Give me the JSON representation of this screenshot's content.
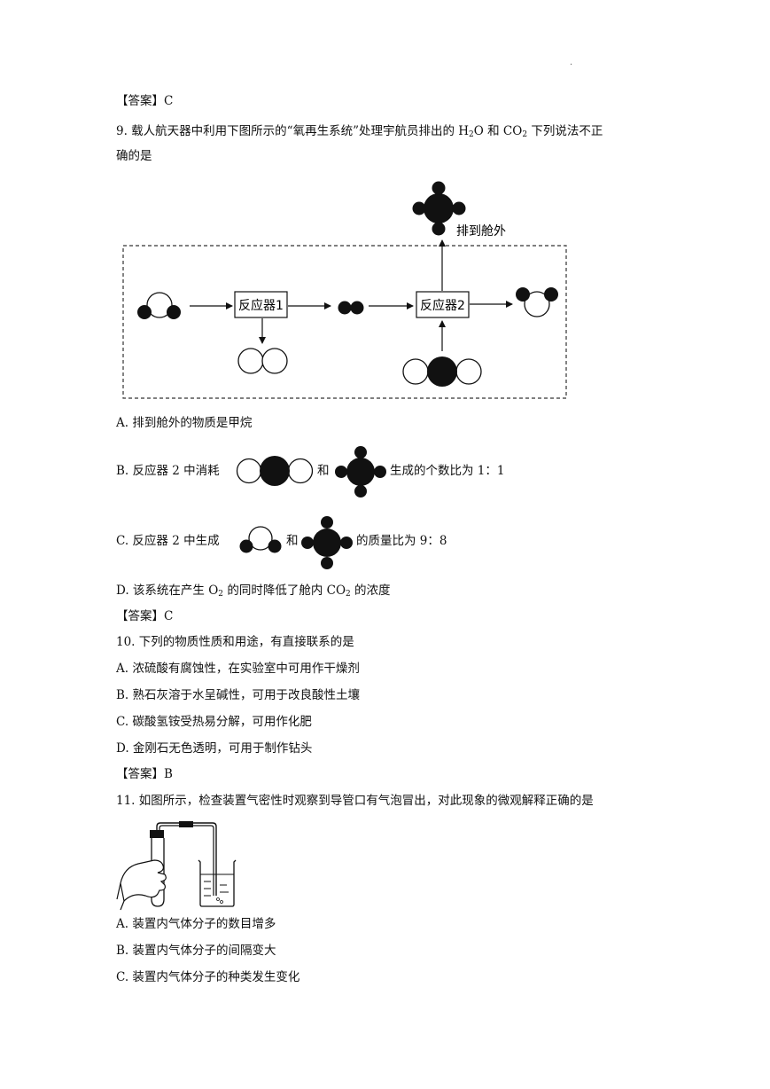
{
  "answer_q8": "【答案】C",
  "q9": {
    "stem_a": "9.  载人航天器中利用下图所示的“氧再生系统”处理宇航员排出的 H",
    "stem_sub1": "2",
    "stem_b": "O 和 CO",
    "stem_sub2": "2",
    "stem_c": " 下列说法不正",
    "stem_line2": "确的是",
    "diagram": {
      "reactor1": "反应器1",
      "reactor2": "反应器2",
      "exhaust": "排到舱外"
    },
    "opt_a": "A.  排到舱外的物质是甲烷",
    "opt_b_pre": "B.  反应器 2 中消耗",
    "opt_b_mid": "和",
    "opt_b_post": "生成的个数比为 1：1",
    "opt_c_pre": "C.  反应器 2 中生成",
    "opt_c_mid": "和",
    "opt_c_post": "的质量比为 9：8",
    "opt_d_a": "D.  该系统在产生 O",
    "opt_d_sub1": "2",
    "opt_d_b": " 的同时降低了舱内 CO",
    "opt_d_sub2": "2",
    "opt_d_c": " 的浓度",
    "answer": "【答案】C"
  },
  "q10": {
    "stem": "10.  下列的物质性质和用途，有直接联系的是",
    "opt_a": "A.  浓硫酸有腐蚀性，在实验室中可用作干燥剂",
    "opt_b": "B.  熟石灰溶于水呈碱性，可用于改良酸性土壤",
    "opt_c": "C.  碳酸氢铵受热易分解，可用作化肥",
    "opt_d": "D.  金刚石无色透明，可用于制作钻头",
    "answer": "【答案】B"
  },
  "q11": {
    "stem": "11.  如图所示，检查装置气密性时观察到导管口有气泡冒出，对此现象的微观解释正确的是",
    "opt_a": "A.  装置内气体分子的数目增多",
    "opt_b": "B.  装置内气体分子的间隔变大",
    "opt_c": "C.  装置内气体分子的种类发生变化"
  }
}
